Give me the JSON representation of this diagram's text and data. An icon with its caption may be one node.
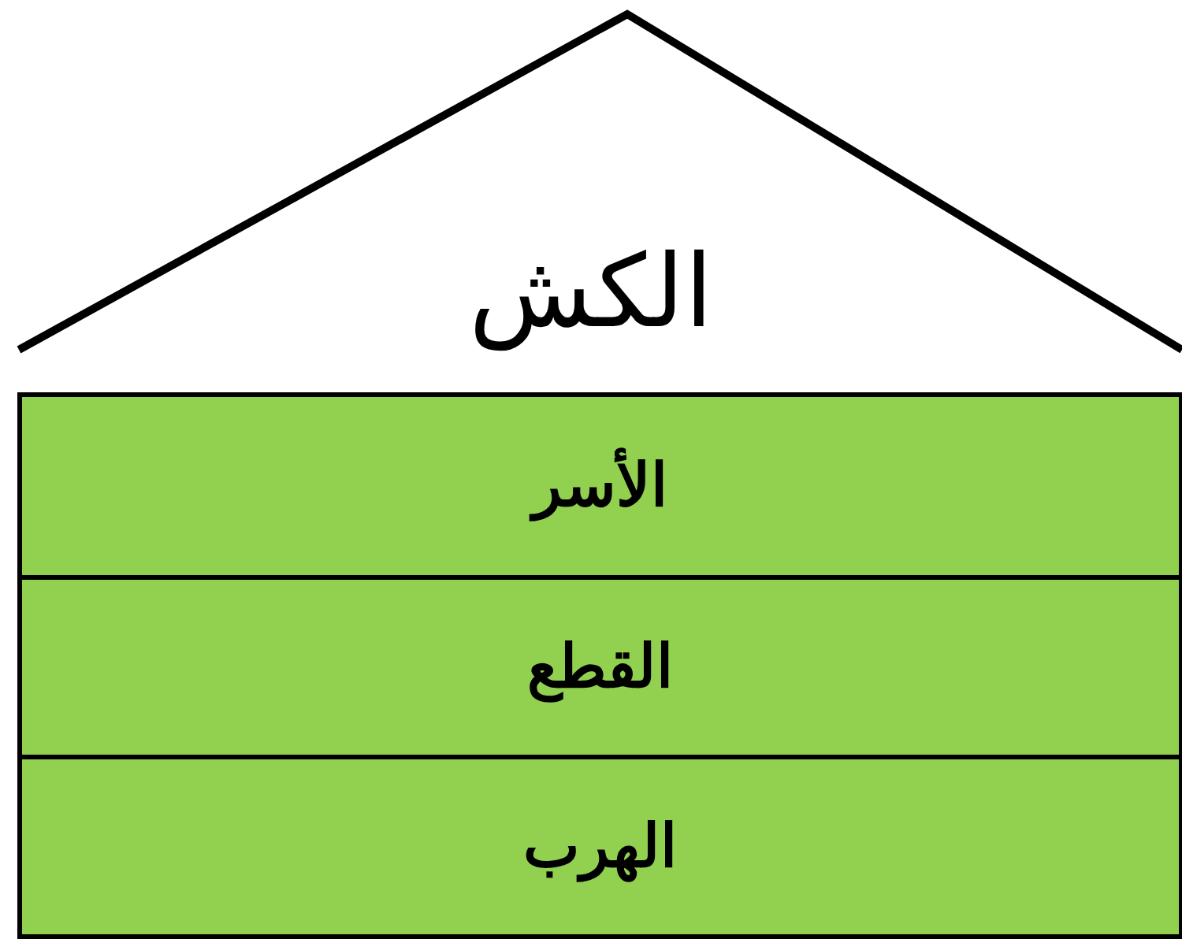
{
  "diagram": {
    "nodes": [
      {
        "text": [
          "الكش"
        ]
      },
      {
        "text": [
          "الأسر"
        ]
      },
      {
        "text": [
          "القطع"
        ]
      },
      {
        "text": [
          "الهرب"
        ]
      }
    ]
  }
}
